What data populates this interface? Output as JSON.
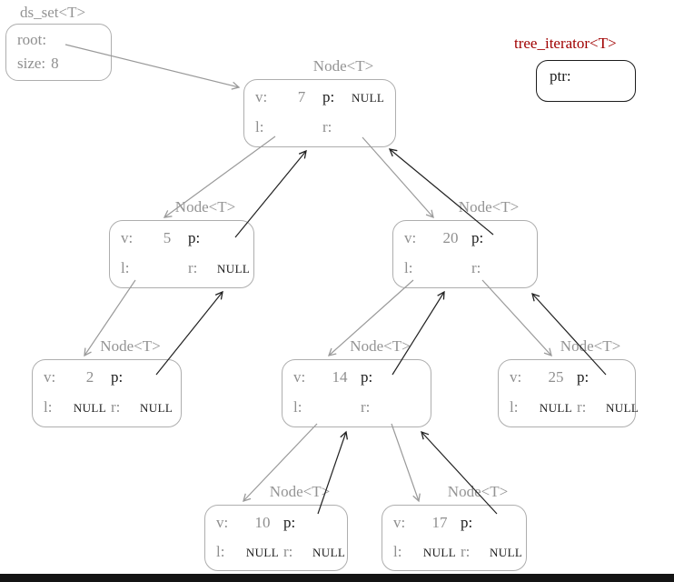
{
  "ds_set": {
    "title": "ds_set<T>",
    "root_label": "root:",
    "size_label": "size:",
    "size_value": "8"
  },
  "iterator": {
    "title": "tree_iterator<T>",
    "ptr_label": "ptr:"
  },
  "node_type_label": "Node<T>",
  "labels": {
    "v": "v:",
    "p": "p:",
    "l": "l:",
    "r": "r:"
  },
  "nodes": [
    {
      "id": "node-7",
      "v": "7",
      "p": "NULL",
      "l": "",
      "r": ""
    },
    {
      "id": "node-5",
      "v": "5",
      "p": "",
      "l": "",
      "r": "NULL"
    },
    {
      "id": "node-20",
      "v": "20",
      "p": "",
      "l": "",
      "r": ""
    },
    {
      "id": "node-2",
      "v": "2",
      "p": "",
      "l": "NULL",
      "r": "NULL"
    },
    {
      "id": "node-14",
      "v": "14",
      "p": "",
      "l": "",
      "r": ""
    },
    {
      "id": "node-25",
      "v": "25",
      "p": "",
      "l": "NULL",
      "r": "NULL"
    },
    {
      "id": "node-10",
      "v": "10",
      "p": "",
      "l": "NULL",
      "r": "NULL"
    },
    {
      "id": "node-17",
      "v": "17",
      "p": "",
      "l": "NULL",
      "r": "NULL"
    }
  ],
  "pointers": [
    {
      "from": "ds_set.root",
      "to": "node 7"
    },
    {
      "from": "node 7.l",
      "to": "node 5"
    },
    {
      "from": "node 7.r",
      "to": "node 20"
    },
    {
      "from": "node 5.p",
      "to": "node 7"
    },
    {
      "from": "node 20.p",
      "to": "node 7"
    },
    {
      "from": "node 5.l",
      "to": "node 2"
    },
    {
      "from": "node 2.p",
      "to": "node 5"
    },
    {
      "from": "node 20.l",
      "to": "node 14"
    },
    {
      "from": "node 20.r",
      "to": "node 25"
    },
    {
      "from": "node 14.p",
      "to": "node 20"
    },
    {
      "from": "node 25.p",
      "to": "node 20"
    },
    {
      "from": "node 14.l",
      "to": "node 10"
    },
    {
      "from": "node 14.r",
      "to": "node 17"
    },
    {
      "from": "node 10.p",
      "to": "node 14"
    },
    {
      "from": "node 17.p",
      "to": "node 14"
    }
  ],
  "colors": {
    "gray": "#8f8f8f",
    "black": "#1c1c1c",
    "iterator_title": "#a00000"
  }
}
